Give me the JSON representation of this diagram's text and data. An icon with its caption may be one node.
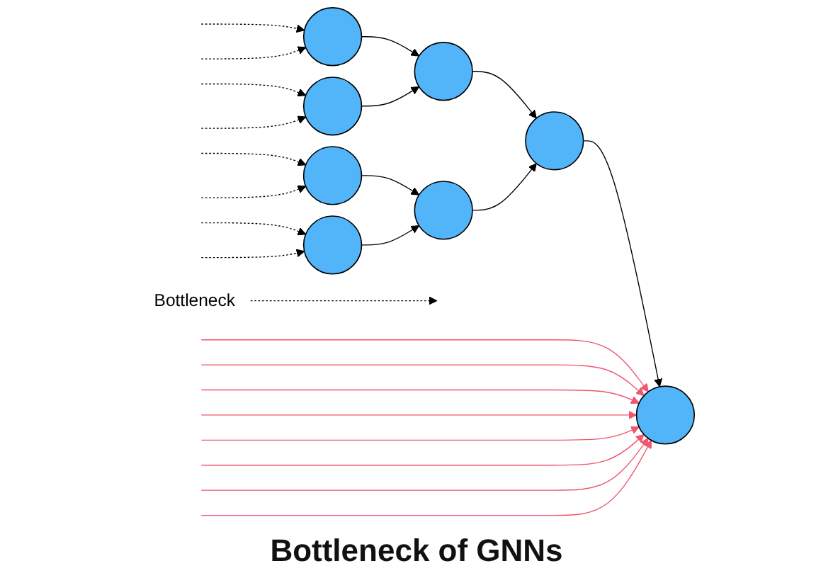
{
  "diagram": {
    "caption": "Bottleneck of GNNs",
    "nodes": [
      {
        "text": [],
        "shape": "circle"
      },
      {
        "text": [],
        "shape": "circle"
      },
      {
        "text": [],
        "shape": "circle"
      },
      {
        "text": [],
        "shape": "circle"
      },
      {
        "text": [],
        "shape": "circle"
      },
      {
        "text": [],
        "shape": "circle"
      },
      {
        "text": [],
        "shape": "circle"
      },
      {
        "text": [],
        "shape": "circle"
      },
      {
        "text": [
          "Bottleneck"
        ]
      }
    ],
    "edges": [
      {
        "from": null,
        "to": 0,
        "arrow": "to",
        "style": "dashed"
      },
      {
        "from": null,
        "to": 0,
        "arrow": "to",
        "style": "dashed"
      },
      {
        "from": null,
        "to": 1,
        "arrow": "to",
        "style": "dashed"
      },
      {
        "from": null,
        "to": 1,
        "arrow": "to",
        "style": "dashed"
      },
      {
        "from": null,
        "to": 2,
        "arrow": "to",
        "style": "dashed"
      },
      {
        "from": null,
        "to": 2,
        "arrow": "to",
        "style": "dashed"
      },
      {
        "from": null,
        "to": 3,
        "arrow": "to",
        "style": "dashed"
      },
      {
        "from": null,
        "to": 3,
        "arrow": "to",
        "style": "dashed"
      },
      {
        "from": 0,
        "to": 4,
        "arrow": "to"
      },
      {
        "from": 1,
        "to": 4,
        "arrow": "to"
      },
      {
        "from": 2,
        "to": 5,
        "arrow": "to"
      },
      {
        "from": 3,
        "to": 5,
        "arrow": "to"
      },
      {
        "from": 4,
        "to": 6,
        "arrow": "to"
      },
      {
        "from": 5,
        "to": 6,
        "arrow": "to"
      },
      {
        "from": 6,
        "to": 7,
        "arrow": "to"
      },
      {
        "from": null,
        "to": 7,
        "arrow": "to",
        "color": "#f0566f"
      },
      {
        "from": null,
        "to": 7,
        "arrow": "to",
        "color": "#f0566f"
      },
      {
        "from": null,
        "to": 7,
        "arrow": "to",
        "color": "#f0566f"
      },
      {
        "from": null,
        "to": 7,
        "arrow": "to",
        "color": "#f0566f"
      },
      {
        "from": null,
        "to": 7,
        "arrow": "to",
        "color": "#f0566f"
      },
      {
        "from": null,
        "to": 7,
        "arrow": "to",
        "color": "#f0566f"
      },
      {
        "from": null,
        "to": 7,
        "arrow": "to",
        "color": "#f0566f"
      },
      {
        "from": null,
        "to": 7,
        "arrow": "to",
        "color": "#f0566f"
      },
      {
        "from": 8,
        "to": null,
        "arrow": "to",
        "style": "dashed"
      }
    ]
  }
}
